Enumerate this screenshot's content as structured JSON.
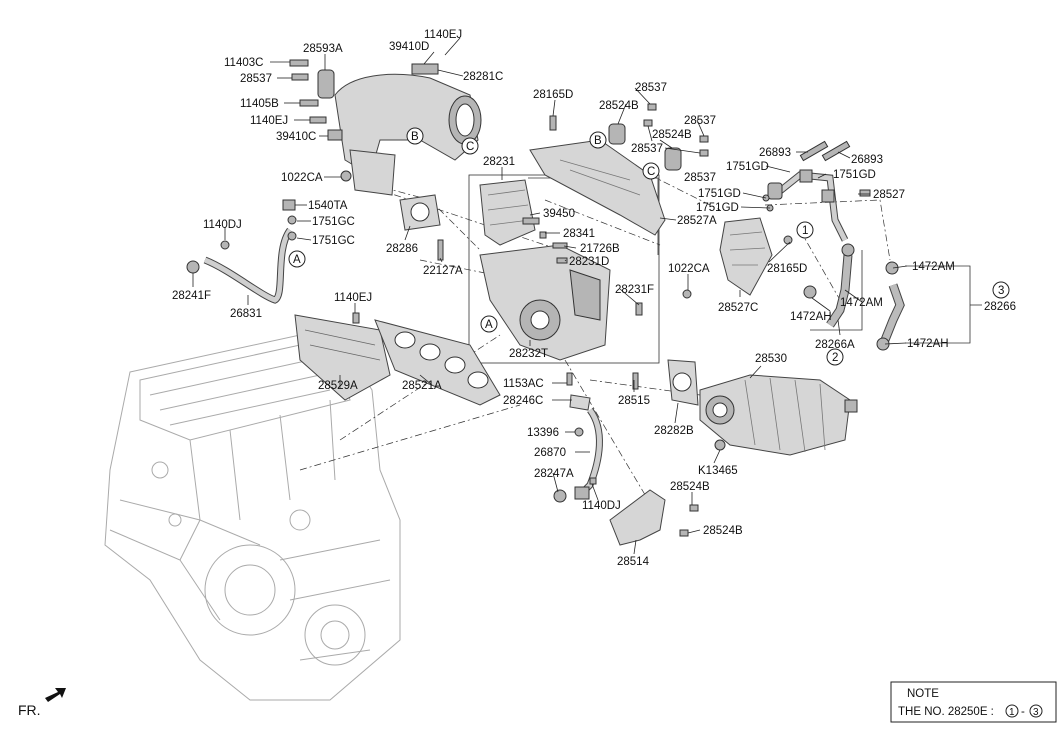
{
  "labels": {
    "l_11403C": "11403C",
    "l_28593A": "28593A",
    "l_28537a": "28537",
    "l_39410D": "39410D",
    "l_1140EJa": "1140EJ",
    "l_28281C": "28281C",
    "l_11405B": "11405B",
    "l_1140EJb": "1140EJ",
    "l_39410C": "39410C",
    "l_1022CAa": "1022CA",
    "l_1540TA": "1540TA",
    "l_1751GCa": "1751GC",
    "l_1140DJa": "1140DJ",
    "l_1751GCb": "1751GC",
    "l_28286": "28286",
    "l_22127A": "22127A",
    "l_28241F": "28241F",
    "l_26831": "26831",
    "l_1140EJc": "1140EJ",
    "l_28529A": "28529A",
    "l_28521A": "28521A",
    "l_28165Da": "28165D",
    "l_28537b": "28537",
    "l_28524Ba": "28524B",
    "l_28537c": "28537",
    "l_28524Bb": "28524B",
    "l_28537d": "28537",
    "l_28537e": "28537",
    "l_28231": "28231",
    "l_39450": "39450",
    "l_28341": "28341",
    "l_21726B": "21726B",
    "l_28231D": "28231D",
    "l_1022CAb": "1022CA",
    "l_28231F": "28231F",
    "l_28232T": "28232T",
    "l_28527A": "28527A",
    "l_26893a": "26893",
    "l_26893b": "26893",
    "l_1751GDa": "1751GD",
    "l_1751GDb": "1751GD",
    "l_1751GDc": "1751GD",
    "l_1751GDd": "1751GD",
    "l_28527": "28527",
    "l_28165Db": "28165D",
    "l_28527C": "28527C",
    "l_1472AMa": "1472AM",
    "l_1472AMb": "1472AM",
    "l_1472AHa": "1472AH",
    "l_1472AHb": "1472AH",
    "l_28266A": "28266A",
    "l_28266": "28266",
    "l_1153AC": "1153AC",
    "l_28246C": "28246C",
    "l_28515": "28515",
    "l_28282B": "28282B",
    "l_28530": "28530",
    "l_13396": "13396",
    "l_26870": "26870",
    "l_28247A": "28247A",
    "l_1140DJb": "1140DJ",
    "l_K13465": "K13465",
    "l_28524Bc": "28524B",
    "l_28524Bd": "28524B",
    "l_28514": "28514"
  },
  "callouts": {
    "A": "A",
    "B": "B",
    "C": "C",
    "n1": "1",
    "n2": "2",
    "n3": "3"
  },
  "note": {
    "title": "NOTE",
    "text": "THE NO. 28250E :",
    "range_from": "1",
    "dash": "-",
    "range_to": "3"
  },
  "direction": {
    "label": "FR."
  }
}
